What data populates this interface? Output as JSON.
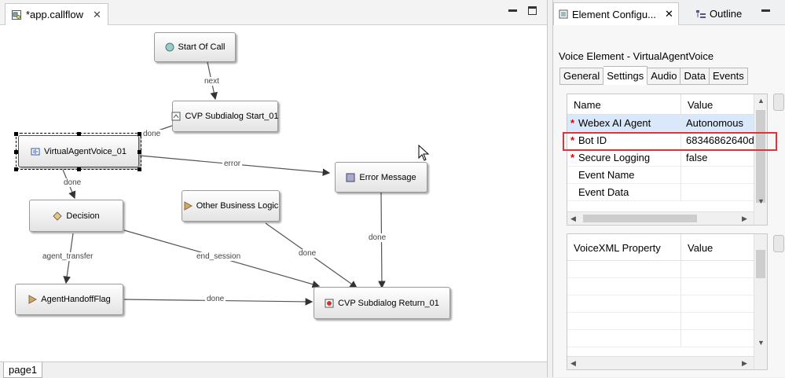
{
  "editor": {
    "tab_title": "*app.callflow",
    "page_tab": "page1"
  },
  "nodes": {
    "start": "Start Of Call",
    "subdialog_start": "CVP Subdialog Start_01",
    "virtual_agent": "VirtualAgentVoice_01",
    "error_message": "Error Message",
    "decision": "Decision",
    "other_logic": "Other Business Logic",
    "agent_handoff": "AgentHandoffFlag",
    "subdialog_return": "CVP Subdialog Return_01"
  },
  "edges": {
    "next": "next",
    "done_start": "done",
    "error": "error",
    "done_va": "done",
    "agent_transfer": "agent_transfer",
    "end_session": "end_session",
    "done_error": "done",
    "done_other": "done",
    "done_handoff": "done"
  },
  "panel": {
    "tab_config": "Element Configu...",
    "tab_outline": "Outline",
    "title": "Voice Element - VirtualAgentVoice",
    "subtabs": [
      "General",
      "Settings",
      "Audio",
      "Data",
      "Events"
    ],
    "settings_table": {
      "col_name": "Name",
      "col_value": "Value",
      "rows": [
        {
          "name": "Webex AI Agent",
          "value": "Autonomous",
          "required": "*"
        },
        {
          "name": "Bot ID",
          "value": "68346862640d",
          "required": "*"
        },
        {
          "name": "Secure Logging",
          "value": "false",
          "required": "*"
        },
        {
          "name": "Event Name",
          "value": "",
          "required": ""
        },
        {
          "name": "Event Data",
          "value": "",
          "required": ""
        }
      ]
    },
    "vxml_table": {
      "col_name": "VoiceXML Property",
      "col_value": "Value"
    }
  },
  "colors": {
    "highlight": "#d9363e",
    "selection": "#d9e8fb"
  }
}
